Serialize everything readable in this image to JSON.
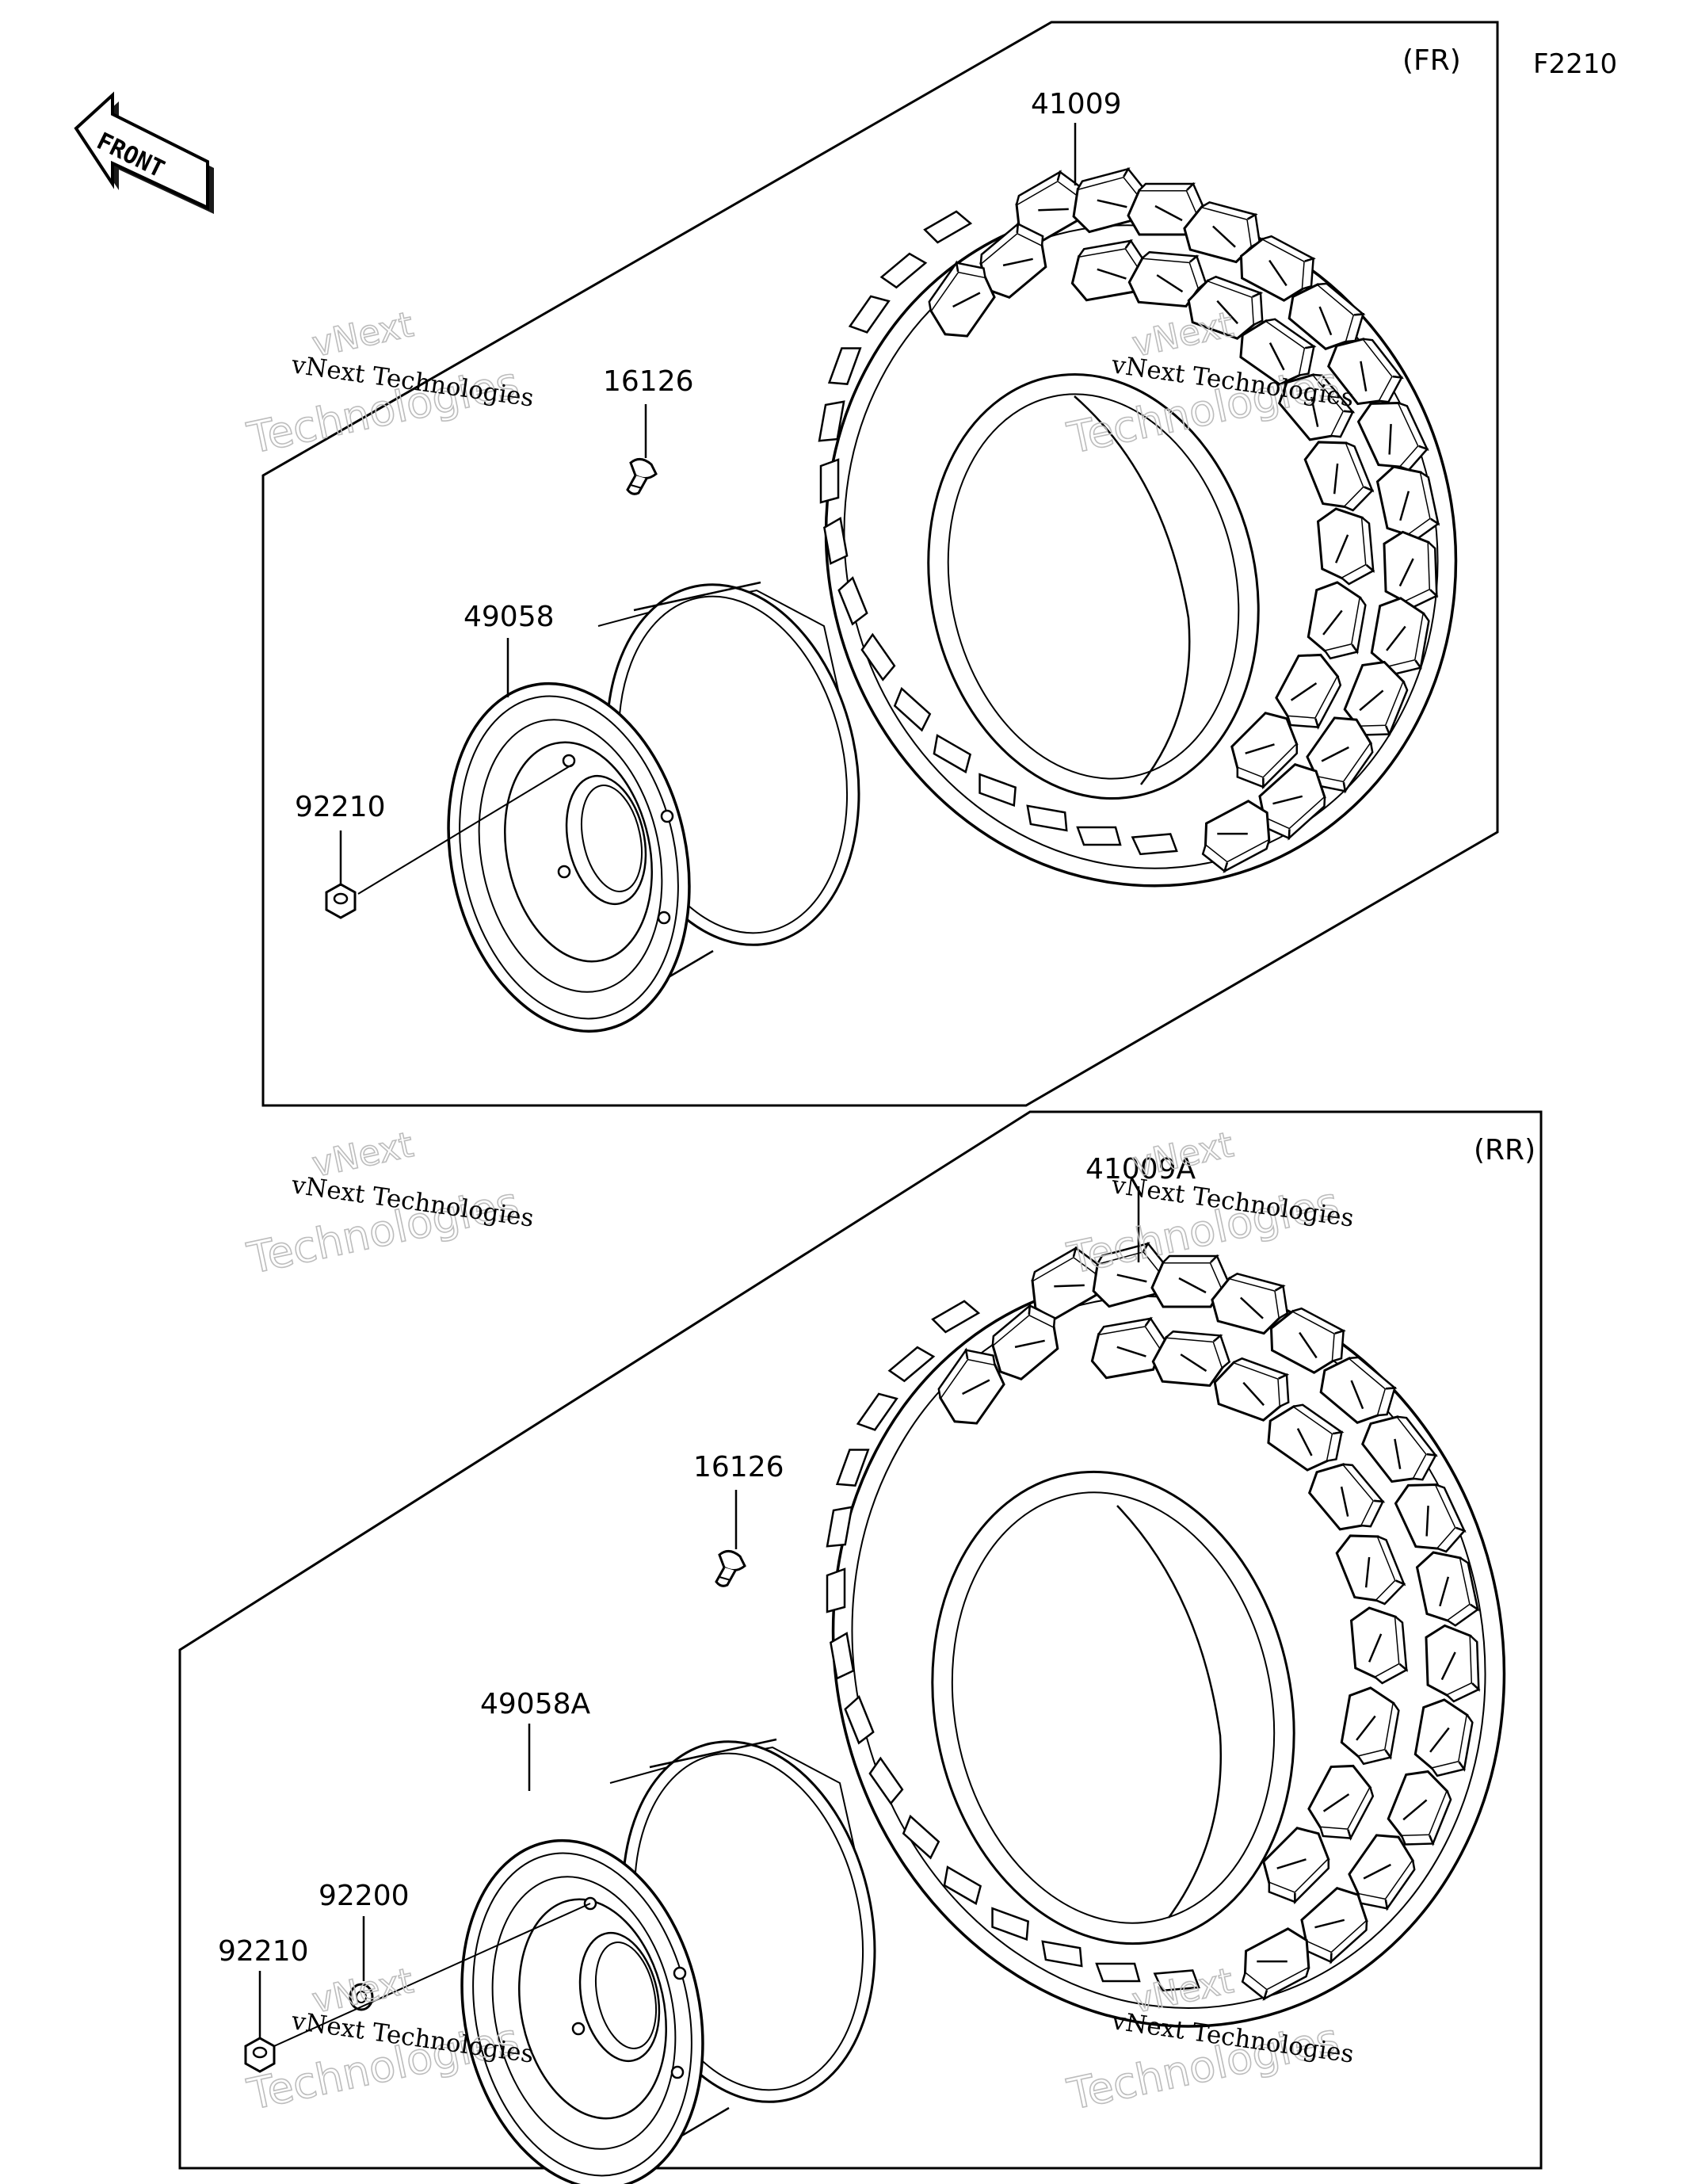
{
  "figure_code": "F2210",
  "front_arrow": {
    "label": "FRONT",
    "icon": "front-arrow-icon"
  },
  "sections": {
    "front": {
      "tag": "(FR)",
      "callouts": {
        "tire": "41009",
        "valve": "16126",
        "wheel": "49058",
        "nut": "92210"
      }
    },
    "rear": {
      "tag": "(RR)",
      "callouts": {
        "tire": "41009A",
        "valve": "16126",
        "wheel": "49058A",
        "washer": "92200",
        "nut": "92210"
      }
    }
  },
  "watermark": {
    "line1": "vNext Technologies",
    "line2": "vNext",
    "line3": "Technologies"
  }
}
